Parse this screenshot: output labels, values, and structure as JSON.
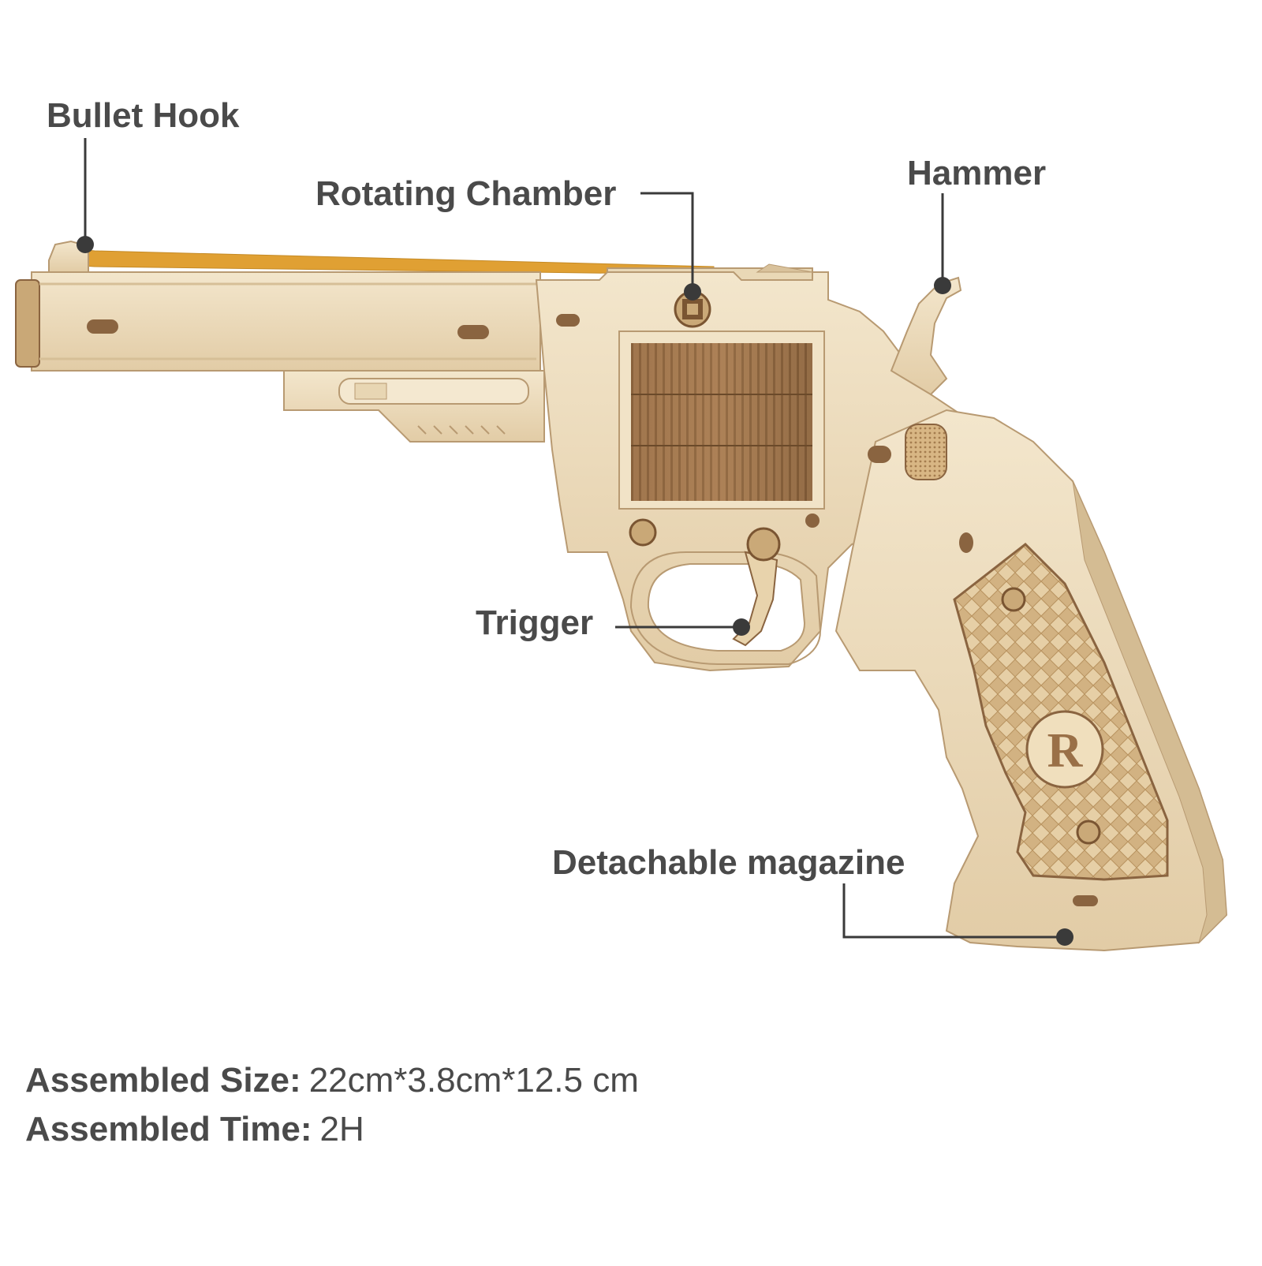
{
  "callouts": {
    "bullet_hook": "Bullet Hook",
    "rotating_chamber": "Rotating Chamber",
    "hammer": "Hammer",
    "trigger": "Trigger",
    "detachable_magazine": "Detachable magazine"
  },
  "specs": {
    "size_label": "Assembled Size:",
    "size_value": "22cm*3.8cm*12.5 cm",
    "time_label": "Assembled Time:",
    "time_value": "2H"
  },
  "logo_letter": "R",
  "colors": {
    "wood_light": "#eddcbd",
    "wood_mid": "#d9c29c",
    "wood_dark": "#8a6440",
    "rubber_band": "#e0a033",
    "text": "#4a4a4a",
    "leader": "#3a3a3a"
  }
}
